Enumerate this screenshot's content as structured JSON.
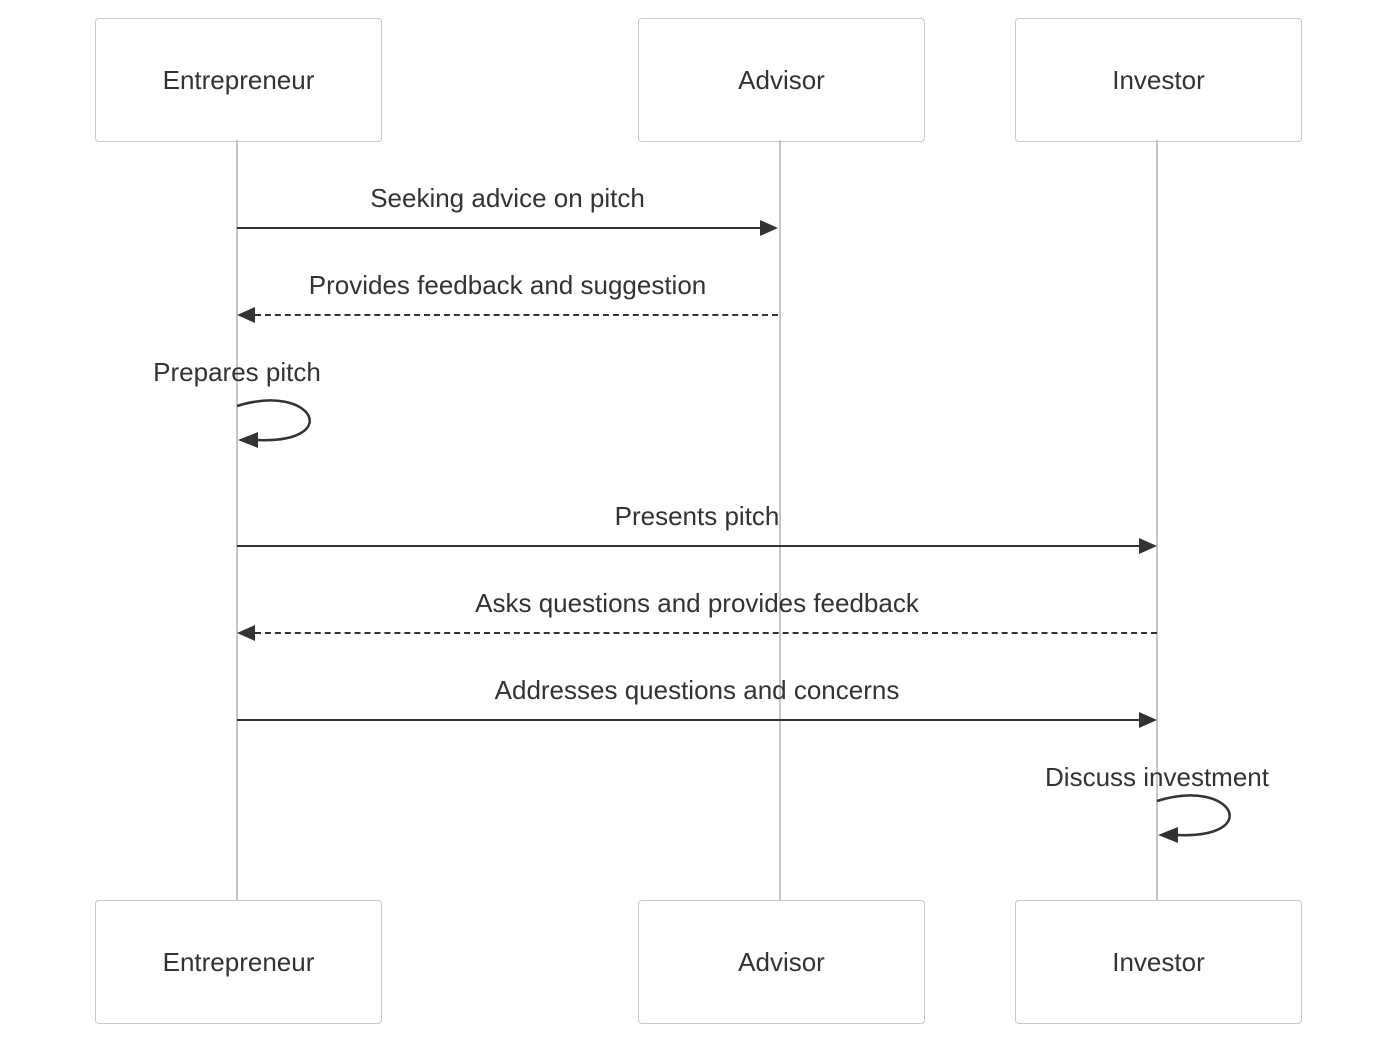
{
  "diagram": {
    "type": "sequence",
    "actors": [
      {
        "name": "Entrepreneur"
      },
      {
        "name": "Advisor"
      },
      {
        "name": "Investor"
      }
    ],
    "messages": [
      {
        "from": "Entrepreneur",
        "to": "Advisor",
        "label": "Seeking advice on pitch",
        "style": "solid"
      },
      {
        "from": "Advisor",
        "to": "Entrepreneur",
        "label": "Provides feedback and suggestion",
        "style": "dashed"
      },
      {
        "from": "Entrepreneur",
        "to": "Entrepreneur",
        "label": "Prepares pitch",
        "style": "self"
      },
      {
        "from": "Entrepreneur",
        "to": "Investor",
        "label": "Presents pitch",
        "style": "solid"
      },
      {
        "from": "Investor",
        "to": "Entrepreneur",
        "label": "Asks questions and provides feedback",
        "style": "dashed"
      },
      {
        "from": "Entrepreneur",
        "to": "Investor",
        "label": "Addresses questions and concerns",
        "style": "solid"
      },
      {
        "from": "Investor",
        "to": "Investor",
        "label": "Discuss investment",
        "style": "self"
      }
    ],
    "colors": {
      "actor_fill": "#ffffff",
      "actor_border": "#c9c9c9",
      "lifeline": "#c6c6c6",
      "arrow": "#333333",
      "text": "#333333",
      "background": "#ffffff"
    }
  }
}
